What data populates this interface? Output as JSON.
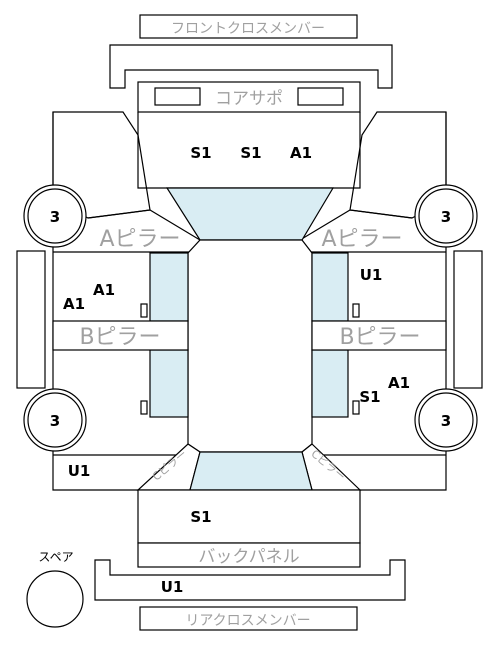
{
  "labels": {
    "front_cross_member": "フロントクロスメンバー",
    "core_support": "コアサポ",
    "a_pillar_left": "Aピラー",
    "a_pillar_right": "Aピラー",
    "b_pillar_left": "Bピラー",
    "b_pillar_right": "Bピラー",
    "back_panel": "バックパネル",
    "rear_cross_member": "リアクロスメンバー",
    "spare": "スペア",
    "c_pillar_left": "Cピラー",
    "c_pillar_right": "Cピラー"
  },
  "codes": {
    "front_1": "S1",
    "front_2": "S1",
    "front_3": "A1",
    "left_front_door_1": "A1",
    "left_front_door_2": "A1",
    "right_front_door": "U1",
    "right_rear_door_1": "S1",
    "right_rear_door_2": "A1",
    "left_rear_quarter": "U1",
    "trunk": "S1",
    "rear_member": "U1"
  },
  "wheels": {
    "front_left": "3",
    "front_right": "3",
    "rear_left": "3",
    "rear_right": "3"
  }
}
